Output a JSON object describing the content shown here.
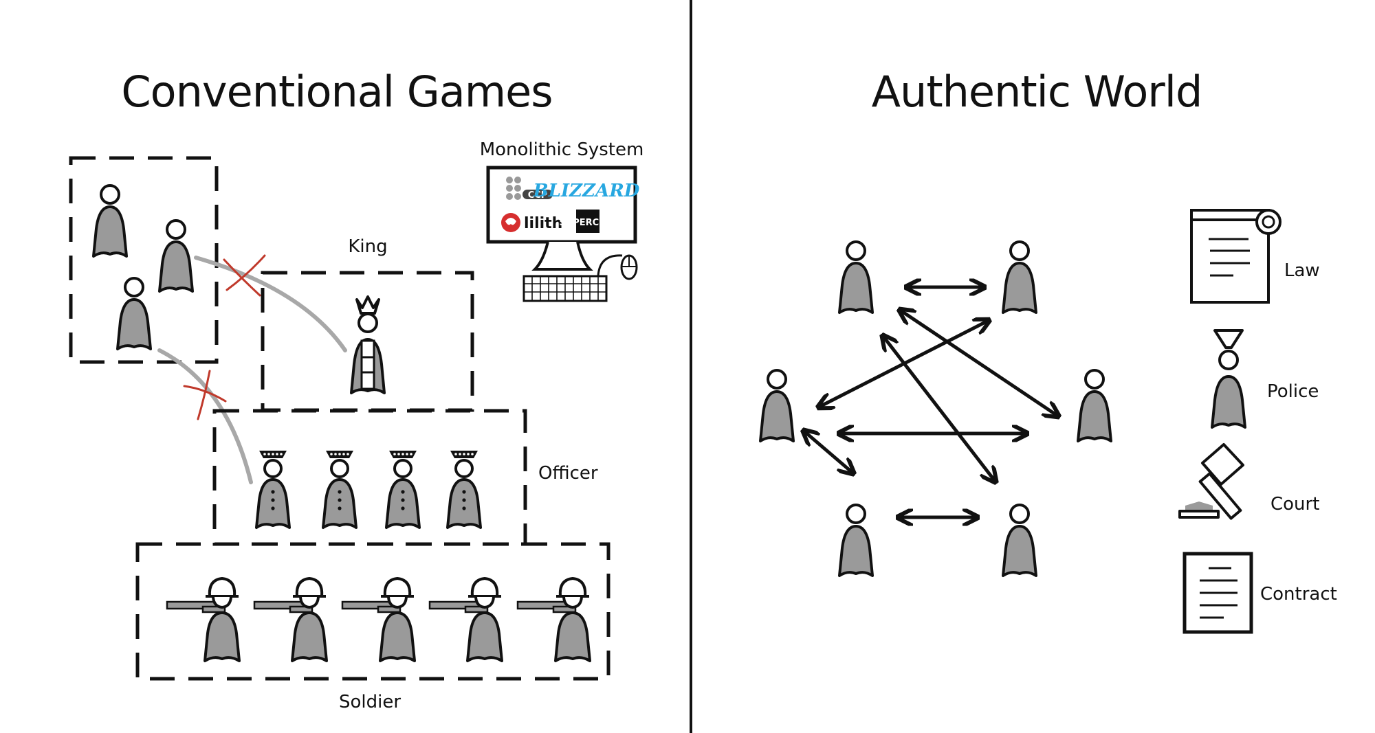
{
  "left": {
    "title": "Conventional Games",
    "monolithic_label": "Monolithic System",
    "king_label": "King",
    "officer_label": "Officer",
    "soldier_label": "Soldier",
    "logos": [
      "CCP",
      "BLIZZARD",
      "lilith",
      "SUPERCELL"
    ]
  },
  "right": {
    "title": "Authentic World",
    "legend": [
      {
        "label": "Law",
        "icon": "scroll-icon"
      },
      {
        "label": "Police",
        "icon": "police-icon"
      },
      {
        "label": "Court",
        "icon": "gavel-icon"
      },
      {
        "label": "Contract",
        "icon": "contract-icon"
      }
    ]
  },
  "colors": {
    "figure_fill": "#9a9a9a",
    "outline": "#111111",
    "cross": "#c0392b",
    "blocked_path": "#a8a8a8",
    "blizzard": "#27a7e0",
    "lilith": "#d62e2e"
  }
}
